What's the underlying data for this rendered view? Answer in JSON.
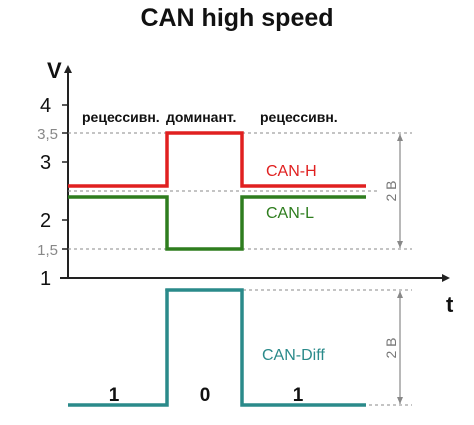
{
  "title": "CAN high speed",
  "axis_labels": {
    "v": "V",
    "t": "t"
  },
  "ticks": {
    "v4": "4",
    "v35": "3,5",
    "v3": "3",
    "v2": "2",
    "v15": "1,5",
    "v1": "1"
  },
  "states": {
    "recessive_left": "рецессивн.",
    "dominant": "доминант.",
    "recessive_right": "рецессивн."
  },
  "signals": {
    "can_h": "CAN-H",
    "can_l": "CAN-L",
    "can_diff": "CAN-Diff"
  },
  "bits": {
    "b1": "1",
    "b2": "0",
    "b3": "1"
  },
  "dimensions": {
    "upper": "2 В",
    "lower": "2 В"
  },
  "colors": {
    "can_h": "#e02020",
    "can_l": "#2e7d1e",
    "can_diff": "#2a8a8a",
    "axis": "#222222",
    "dashed": "#888888"
  }
}
